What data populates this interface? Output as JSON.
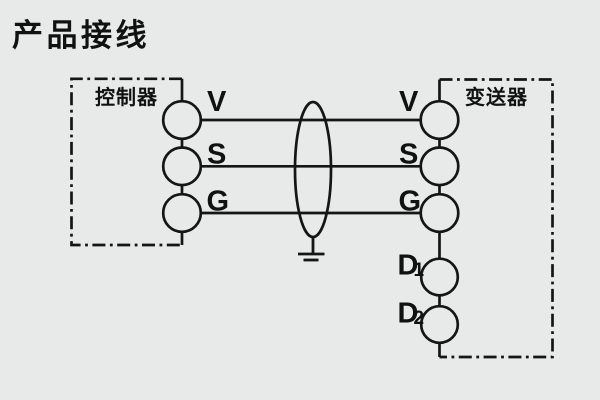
{
  "title": "产品接线",
  "colors": {
    "background": "#e7eae8",
    "line": "#151515",
    "text": "#111111"
  },
  "controller": {
    "label": "控制器",
    "terminal_count": 3
  },
  "transmitter": {
    "label": "变送器",
    "terminal_count": 5
  },
  "wire_labels": {
    "left": [
      "V",
      "S",
      "G"
    ],
    "right": [
      "V",
      "S",
      "G"
    ]
  },
  "data_terminal_labels": [
    {
      "main": "D",
      "sub": "1"
    },
    {
      "main": "D",
      "sub": "2"
    }
  ],
  "symbols": {
    "shield": "cable-shield-ellipse",
    "ground": "earth-ground-symbol"
  }
}
